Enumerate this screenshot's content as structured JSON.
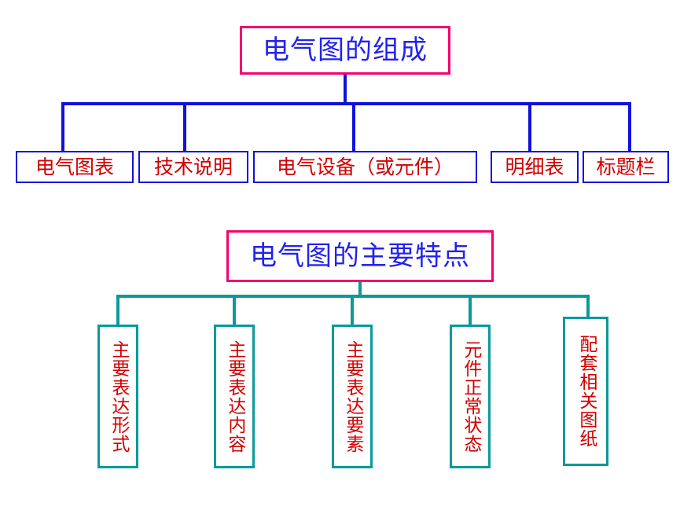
{
  "diagram": {
    "type": "hierarchy-tree",
    "background_color": "#ffffff",
    "palette": {
      "heading_border": "#F5006E",
      "heading_text": "#2222EE",
      "item_border": "#1111DD",
      "item_text": "#D00000",
      "feature_border": "#0B9A9A",
      "feature_text": "#D00000"
    },
    "sections": [
      {
        "id": "composition",
        "heading": "电气图的组成",
        "children": [
          "电气图表",
          "技术说明",
          "电气设备（或元件）",
          "明细表",
          "标题栏"
        ]
      },
      {
        "id": "features",
        "heading": "电气图的主要特点",
        "children": [
          "主要表达形式",
          "主要表达内容",
          "主要表达要素",
          "元件正常状态",
          "配套相关图纸"
        ]
      }
    ]
  }
}
